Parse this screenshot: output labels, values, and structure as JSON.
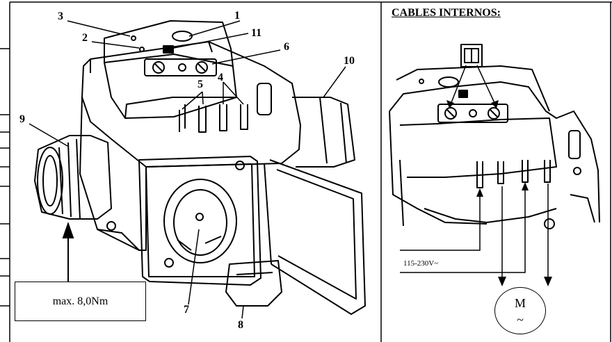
{
  "left_panel": {
    "callouts": {
      "n1": "1",
      "n2": "2",
      "n3": "3",
      "n4": "4",
      "n5": "5",
      "n6": "6",
      "n7": "7",
      "n8": "8",
      "n9": "9",
      "n10": "10",
      "n11": "11"
    },
    "torque_label": "max. 8,0Nm"
  },
  "right_panel": {
    "title": "CABLES INTERNOS:",
    "voltage_label": "115-230V~",
    "motor_label": "M",
    "motor_symbol": "~"
  }
}
